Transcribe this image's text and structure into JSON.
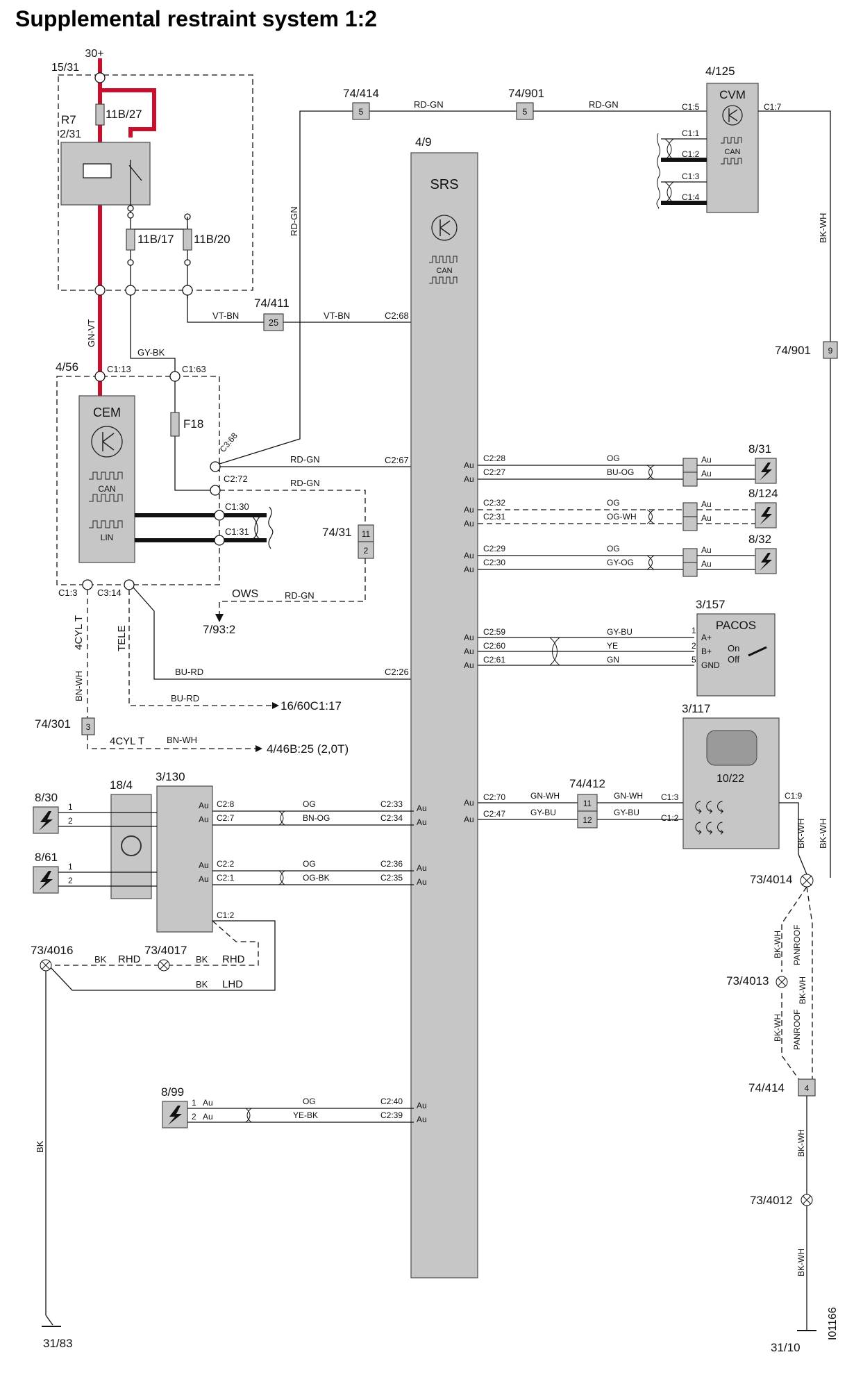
{
  "title": "Supplemental restraint system 1:2",
  "image_id": "I01166",
  "supply": {
    "label": "30+",
    "fuse_box": "15/31",
    "relay": "R7",
    "relay_sub": "2/31",
    "fuse_a": "11B/27",
    "fuse_b": "11B/17",
    "fuse_c": "11B/20"
  },
  "srs": {
    "ref": "4/9",
    "label": "SRS",
    "can": "CAN"
  },
  "cem": {
    "ref": "4/56",
    "label": "CEM",
    "can": "CAN",
    "lin": "LIN",
    "fuse": "F18",
    "pins": {
      "c1_13": "C1:13",
      "c1_63": "C1:63",
      "c3_68": "C3:68",
      "c2_72": "C2:72",
      "c1_30": "C1:30",
      "c1_31": "C1:31",
      "c1_3": "C1:3",
      "c3_14": "C3:14"
    }
  },
  "cvm": {
    "ref": "4/125",
    "label": "CVM",
    "can": "CAN",
    "pins": {
      "c1_5": "C1:5",
      "c1_7": "C1:7",
      "c1_1": "C1:1",
      "c1_2": "C1:2",
      "c1_3": "C1:3",
      "c1_4": "C1:4"
    }
  },
  "connectors": {
    "c74_414_top": {
      "ref": "74/414",
      "pin": "5"
    },
    "c74_901_top": {
      "ref": "74/901",
      "pin": "5"
    },
    "c74_411": {
      "ref": "74/411",
      "pin": "25"
    },
    "c74_901_right": {
      "ref": "74/901",
      "pin": "9"
    },
    "c74_31": {
      "ref": "74/31",
      "pin1": "11",
      "pin2": "2"
    },
    "c74_301": {
      "ref": "74/301",
      "pin": "3"
    },
    "c74_412": {
      "ref": "74/412",
      "pin1": "11",
      "pin2": "12"
    },
    "c74_414_bot": {
      "ref": "74/414",
      "pin": "4"
    }
  },
  "wires": {
    "rd_gn": "RD-GN",
    "bk_wh": "BK-WH",
    "vt_bn": "VT-BN",
    "gn_vt": "GN-VT",
    "gy_bk": "GY-BK",
    "og": "OG",
    "bu_og": "BU-OG",
    "og_wh": "OG-WH",
    "gy_og": "GY-OG",
    "gy_bu": "GY-BU",
    "ye": "YE",
    "gn": "GN",
    "bu_rd": "BU-RD",
    "bn_wh": "BN-WH",
    "gn_wh": "GN-WH",
    "bn_og": "BN-OG",
    "og_bk": "OG-BK",
    "bk": "BK",
    "ye_bk": "YE-BK"
  },
  "srs_pins": {
    "c2_68": "C2:68",
    "c2_67": "C2:67",
    "c2_26": "C2:26",
    "c2_33": "C2:33",
    "c2_34": "C2:34",
    "c2_36": "C2:36",
    "c2_35": "C2:35",
    "c2_40": "C2:40",
    "c2_39": "C2:39",
    "c2_28": "C2:28",
    "c2_27": "C2:27",
    "c2_32": "C2:32",
    "c2_31": "C2:31",
    "c2_29": "C2:29",
    "c2_30": "C2:30",
    "c2_59": "C2:59",
    "c2_60": "C2:60",
    "c2_61": "C2:61",
    "c2_70": "C2:70",
    "c2_47": "C2:47",
    "au": "Au"
  },
  "right_components": {
    "s8_31": "8/31",
    "s8_124": "8/124",
    "s8_32": "8/32",
    "pacos": {
      "ref": "3/157",
      "label": "PACOS",
      "on": "On",
      "off": "Off",
      "a_plus": "A+",
      "b_plus": "B+",
      "gnd": "GND"
    },
    "disp": {
      "ref": "3/117",
      "sub": "10/22",
      "c1_3": "C1:3",
      "c1_2": "C1:2",
      "c1_9": "C1:9"
    }
  },
  "left_components": {
    "s8_30": "8/30",
    "s8_61": "8/61",
    "s8_99": "8/99",
    "c18_4": "18/4",
    "c3_130": "3/130",
    "pins": {
      "c2_8": "C2:8",
      "c2_7": "C2:7",
      "c2_2": "C2:2",
      "c2_1": "C2:1",
      "c1_2": "C1:2"
    }
  },
  "grounds": {
    "g4016": "73/4016",
    "g4017": "73/4017",
    "g4014": "73/4014",
    "g4013": "73/4013",
    "g4012": "73/4012",
    "g31_83": "31/83",
    "g31_10": "31/10"
  },
  "notes": {
    "ows": "OWS",
    "ows_dest": "7/93:2",
    "tele": "TELE",
    "dest_tele": "16/60C1:17",
    "cyl": "4CYL T",
    "dest_cyl": "4/46B:25 (2,0T)",
    "rhd": "RHD",
    "lhd": "LHD",
    "panroof": "PANROOF"
  }
}
